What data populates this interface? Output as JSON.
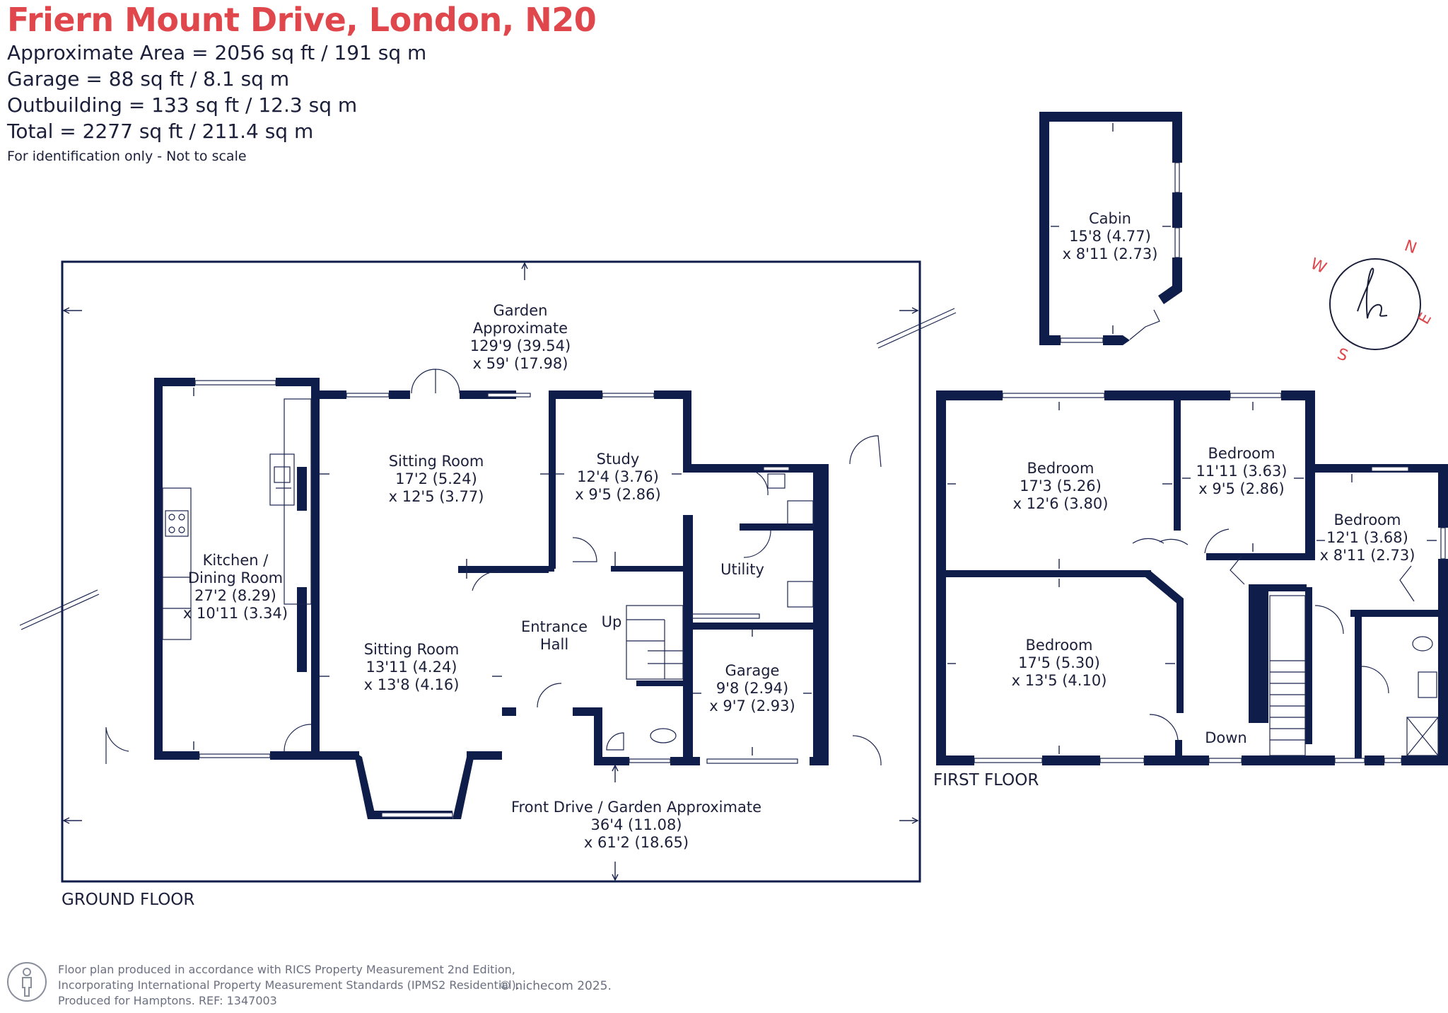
{
  "header": {
    "title": "Friern Mount Drive, London, N20",
    "areas": [
      "Approximate Area = 2056 sq ft / 191 sq m",
      "Garage = 88 sq ft / 8.1 sq m",
      "Outbuilding = 133 sq ft / 12.3 sq m",
      "Total = 2277 sq ft / 211.4 sq m"
    ],
    "disclaimer": "For identification only - Not to scale"
  },
  "colors": {
    "title": "#e0474c",
    "walls": "#0f1d4a",
    "text": "#1b1f3a"
  },
  "ground_floor": {
    "label": "GROUND FLOOR",
    "garden_rear": [
      "Garden",
      "Approximate",
      "129'9 (39.54)",
      "x 59' (17.98)"
    ],
    "front_drive": [
      "Front Drive / Garden Approximate",
      "36'4 (11.08)",
      "x 61'2 (18.65)"
    ],
    "kitchen": [
      "Kitchen /",
      "Dining Room",
      "27'2 (8.29)",
      "x 10'11 (3.34)"
    ],
    "sitting_room_1": [
      "Sitting Room",
      "17'2 (5.24)",
      "x 12'5 (3.77)"
    ],
    "sitting_room_2": [
      "Sitting Room",
      "13'11 (4.24)",
      "x 13'8 (4.16)"
    ],
    "study": [
      "Study",
      "12'4 (3.76)",
      "x 9'5 (2.86)"
    ],
    "entrance_hall": [
      "Entrance",
      "Hall"
    ],
    "stairs_up": "Up",
    "utility": "Utility",
    "garage": [
      "Garage",
      "9'8 (2.94)",
      "x 9'7 (2.93)"
    ]
  },
  "cabin": [
    "Cabin",
    "15'8 (4.77)",
    "x 8'11 (2.73)"
  ],
  "first_floor": {
    "label": "FIRST FLOOR",
    "bedroom_1": [
      "Bedroom",
      "17'3 (5.26)",
      "x 12'6 (3.80)"
    ],
    "bedroom_2": [
      "Bedroom",
      "11'11 (3.63)",
      "x 9'5 (2.86)"
    ],
    "bedroom_3": [
      "Bedroom",
      "12'1 (3.68)",
      "x 8'11 (2.73)"
    ],
    "bedroom_4": [
      "Bedroom",
      "17'5 (5.30)",
      "x 13'5 (4.10)"
    ],
    "stairs_down": "Down"
  },
  "compass": {
    "n": "N",
    "e": "E",
    "s": "S",
    "w": "W",
    "logo": "h"
  },
  "footer": {
    "lines": [
      "Floor plan produced in accordance with RICS Property Measurement 2nd Edition,",
      "Incorporating International Property Measurement Standards (IPMS2 Residential).",
      "Produced for Hamptons.   REF:  1347003"
    ],
    "copyright": "© nichecom 2025."
  }
}
